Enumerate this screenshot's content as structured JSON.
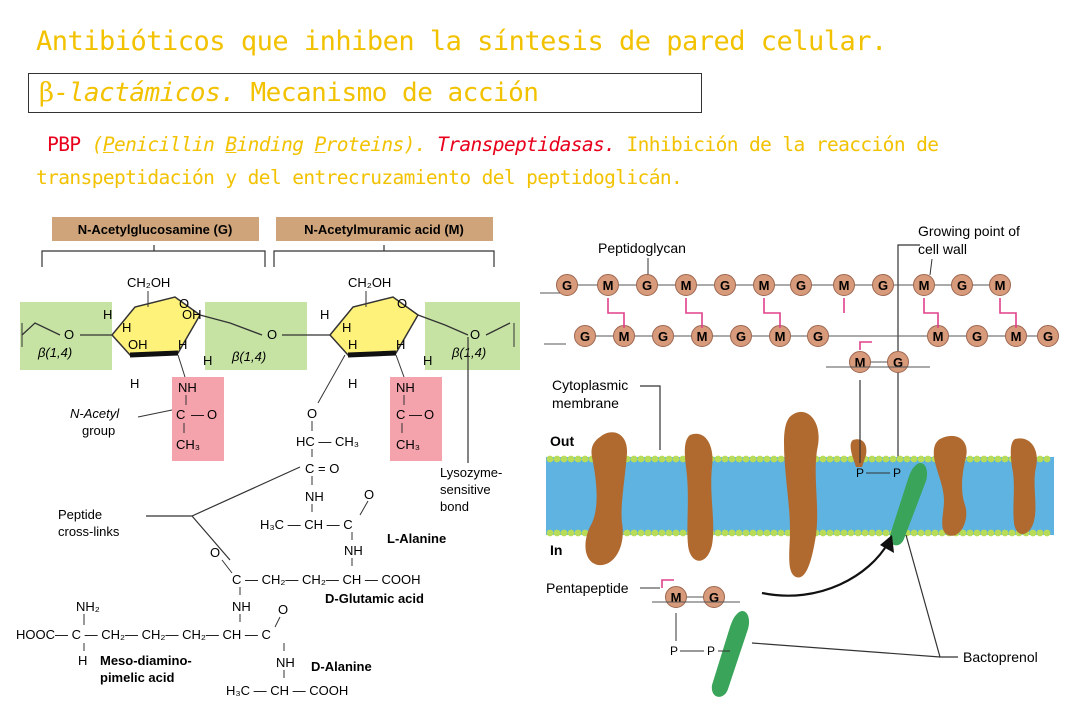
{
  "slide": {
    "title": "Antibióticos que inhiben la síntesis de pared celular.",
    "subtitle_beta": "β",
    "subtitle_italic": "-lactámicos.",
    "subtitle_rest": " Mecanismo de acción",
    "desc": {
      "pbp": "PBP",
      "paren_open": " (",
      "p1_u": "P",
      "p1_r": "enicillin ",
      "b_u": "B",
      "b_r": "inding ",
      "p2_u": "P",
      "p2_r": "roteins). ",
      "transpeptidasas": "Transpeptidasas.",
      "rest": " Inhibición de la reacción de transpeptidación y del entrecruzamiento del peptidoglicán."
    }
  },
  "left": {
    "nag": "N-Acetylglucosamine (G)",
    "nam": "N-Acetylmuramic acid (M)",
    "ch2oh": "CH₂OH",
    "beta14": "β(1,4)",
    "n_acetyl": "N-Acetyl",
    "group": "group",
    "peptide": "Peptide",
    "crosslinks": "cross-links",
    "lys1": "Lysozyme-",
    "lys2": "sensitive",
    "lys3": "bond",
    "l_ala": "L-Alanine",
    "d_glu": "D-Glutamic acid",
    "meso1": "Meso-diamino-",
    "meso2": "pimelic acid",
    "d_ala": "D-Alanine"
  },
  "right": {
    "peptidoglycan": "Peptidoglycan",
    "growing1": "Growing point of",
    "growing2": "cell wall",
    "cyto1": "Cytoplasmic",
    "cyto2": "membrane",
    "out": "Out",
    "in": "In",
    "pentapeptide": "Pentapeptide",
    "bactoprenol": "Bactoprenol",
    "g": "G",
    "m": "M",
    "p": "P"
  },
  "colors": {
    "title": "#f2c200",
    "red": "#e8001c",
    "sugar_ring": "#fff27a",
    "green_bg": "#c6e3a4",
    "pink_bg": "#f4a3ad",
    "label_tan": "#cfa47a",
    "bead": "#d79a7a",
    "protein": "#b06a30",
    "bactoprenol": "#3aa55a",
    "membrane": "#5fb3e0"
  }
}
